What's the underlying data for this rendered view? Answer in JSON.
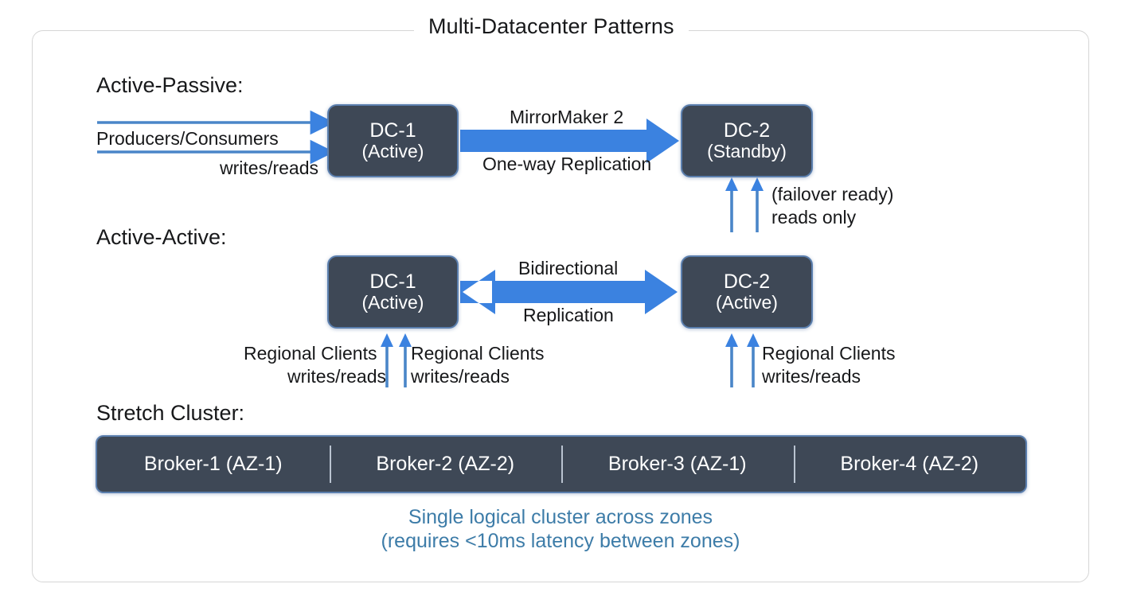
{
  "panel": {
    "title": "Multi-Datacenter Patterns"
  },
  "colors": {
    "box_fill": "#3e4856",
    "box_border": "#5b7fae",
    "thick_arrow": "#3b82e0",
    "thin_arrow": "#4a86c8",
    "caption_text": "#3d7ca8",
    "frame_border": "#d6d6d6",
    "background": "#ffffff"
  },
  "sections": {
    "active_passive": {
      "label": "Active-Passive:",
      "left_node": {
        "name": "DC-1",
        "state": "(Active)"
      },
      "right_node": {
        "name": "DC-2",
        "state": "(Standby)"
      },
      "client_label_line1": "Producers/Consumers",
      "client_label_line2": "writes/reads",
      "link_label_above": "MirrorMaker 2",
      "link_label_below": "One-way Replication",
      "standby_note_line1": "(failover ready)",
      "standby_note_line2": "reads only"
    },
    "active_active": {
      "label": "Active-Active:",
      "left_node": {
        "name": "DC-1",
        "state": "(Active)"
      },
      "right_node": {
        "name": "DC-2",
        "state": "(Active)"
      },
      "link_label_above": "Bidirectional",
      "link_label_below": "Replication",
      "left_clients_line1": "Regional Clients",
      "left_clients_line2": "writes/reads",
      "mid_clients_line1": "Regional Clients",
      "mid_clients_line2": "writes/reads",
      "right_clients_line1": "Regional Clients",
      "right_clients_line2": "writes/reads"
    },
    "stretch_cluster": {
      "label": "Stretch Cluster:",
      "brokers": [
        "Broker-1 (AZ-1)",
        "Broker-2 (AZ-2)",
        "Broker-3 (AZ-1)",
        "Broker-4 (AZ-2)"
      ],
      "caption_line1": "Single logical cluster across zones",
      "caption_line2": "(requires <10ms latency between zones)"
    }
  }
}
